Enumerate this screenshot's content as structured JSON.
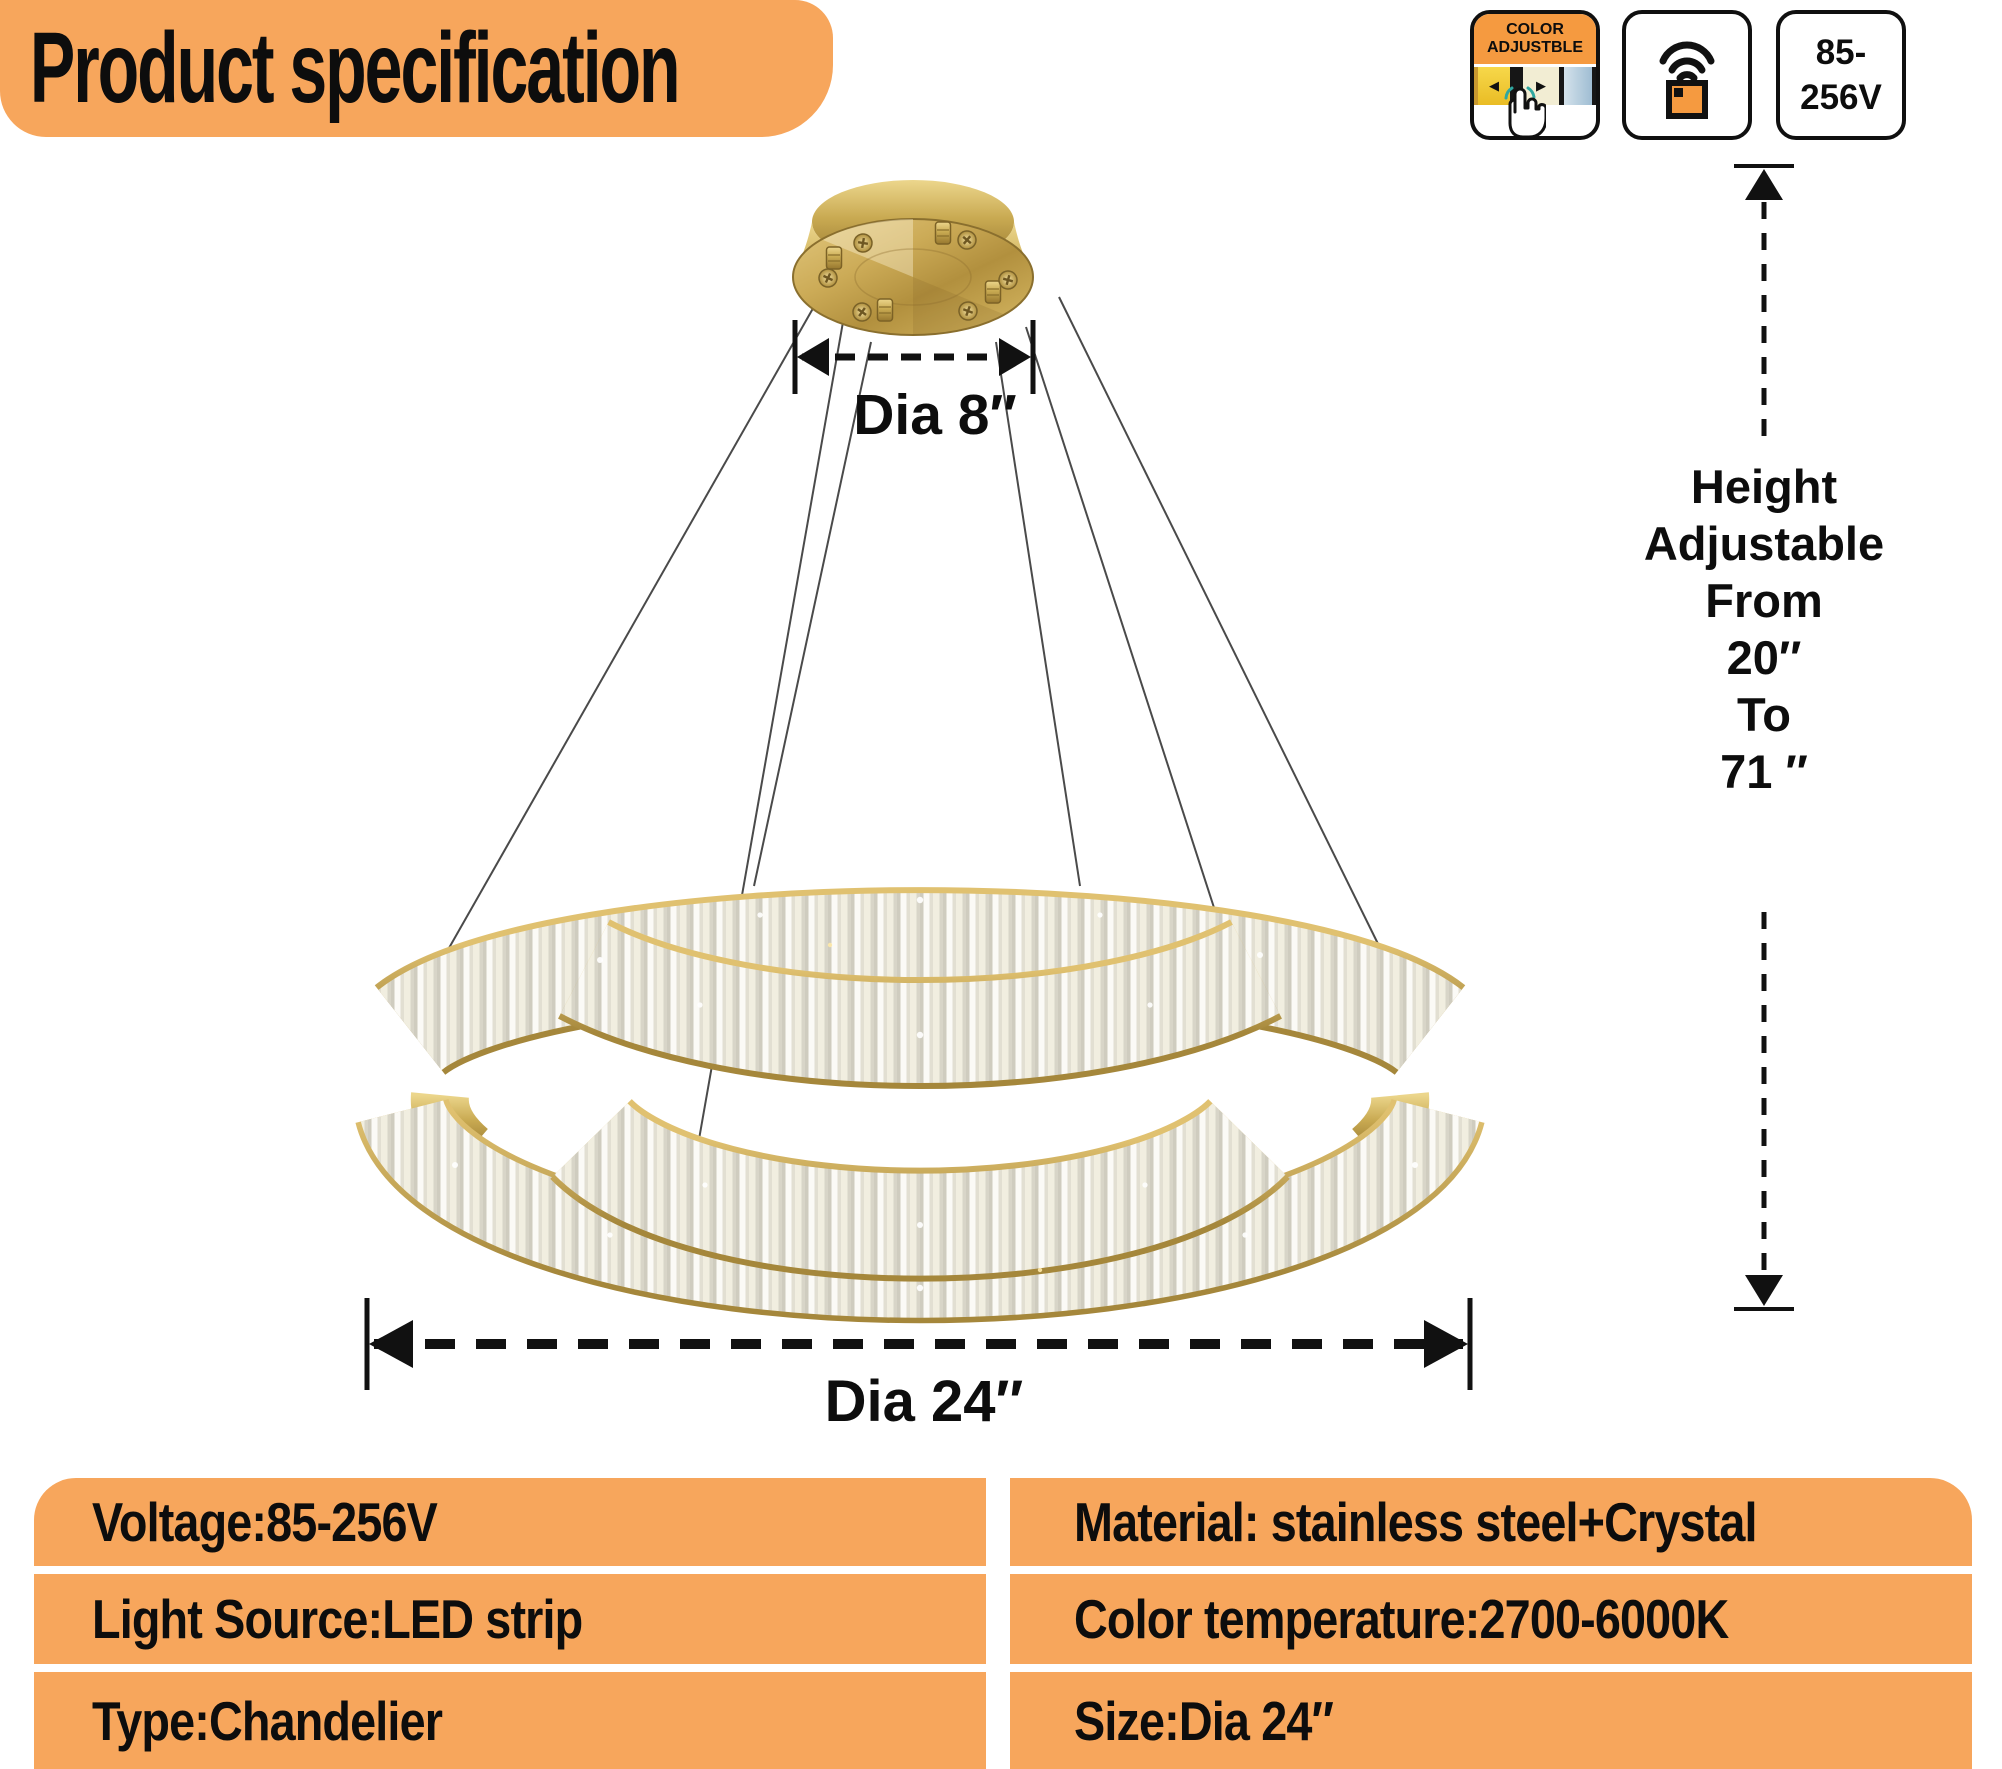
{
  "title": "Product specification",
  "badges": {
    "color_adjustable": {
      "line1": "COLOR",
      "line2": "ADJUSTBLE",
      "left_arrow": "◀",
      "right_arrow": "▶"
    },
    "voltage": {
      "line1": "85-",
      "line2": "256V"
    }
  },
  "annotations": {
    "canopy_diameter": "Dia 8″",
    "fixture_diameter": "Dia 24″",
    "height_lines": [
      "Height",
      "Adjustable",
      "From",
      "20″",
      "To",
      "71 ″"
    ]
  },
  "spec_table": {
    "rows": [
      {
        "left": "Voltage:85-256V",
        "right": "Material: stainless steel+Crystal"
      },
      {
        "left": "Light Source:LED strip",
        "right": "Color temperature:2700-6000K"
      },
      {
        "left": "Type:Chandelier",
        "right": "Size:Dia 24″"
      }
    ]
  },
  "colors": {
    "accent_orange": "#F7A65C",
    "badge_orange": "#F59A40",
    "gold": "#C8A94F"
  }
}
